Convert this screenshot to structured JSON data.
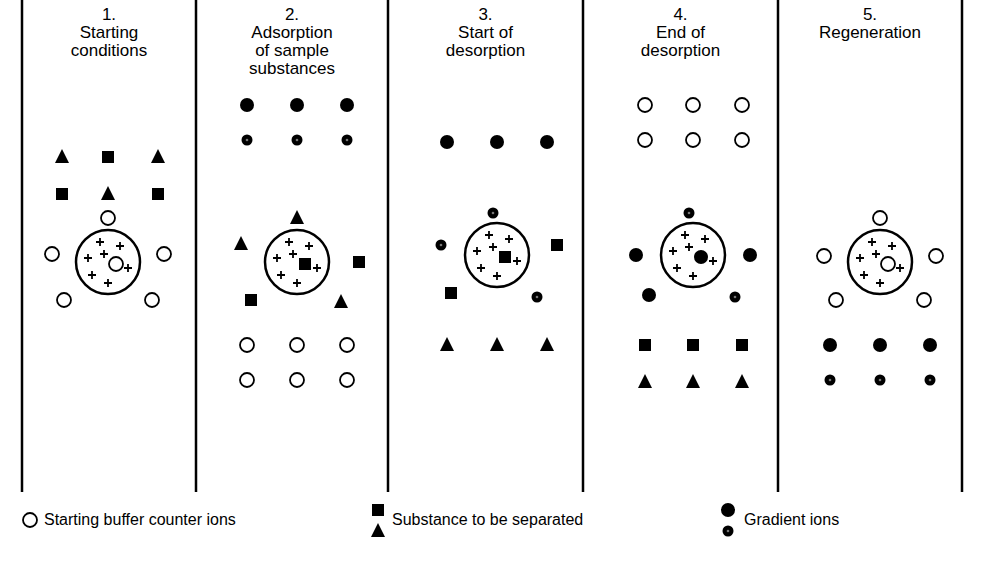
{
  "diagram": {
    "nodes": [
      {
        "text": [
          "1.",
          "Starting conditions"
        ]
      },
      {
        "text": [
          "2.",
          "Adsorption of sample substances"
        ]
      },
      {
        "text": [
          "3.",
          "Start of desorption"
        ]
      },
      {
        "text": [
          "4.",
          "End of desorption"
        ]
      },
      {
        "text": [
          "5.",
          "Regeneration"
        ]
      }
    ],
    "legend": [
      {
        "text": "Starting buffer counter ions"
      },
      {
        "text": "Substance to be separated"
      },
      {
        "text": "Gradient ions"
      }
    ]
  }
}
